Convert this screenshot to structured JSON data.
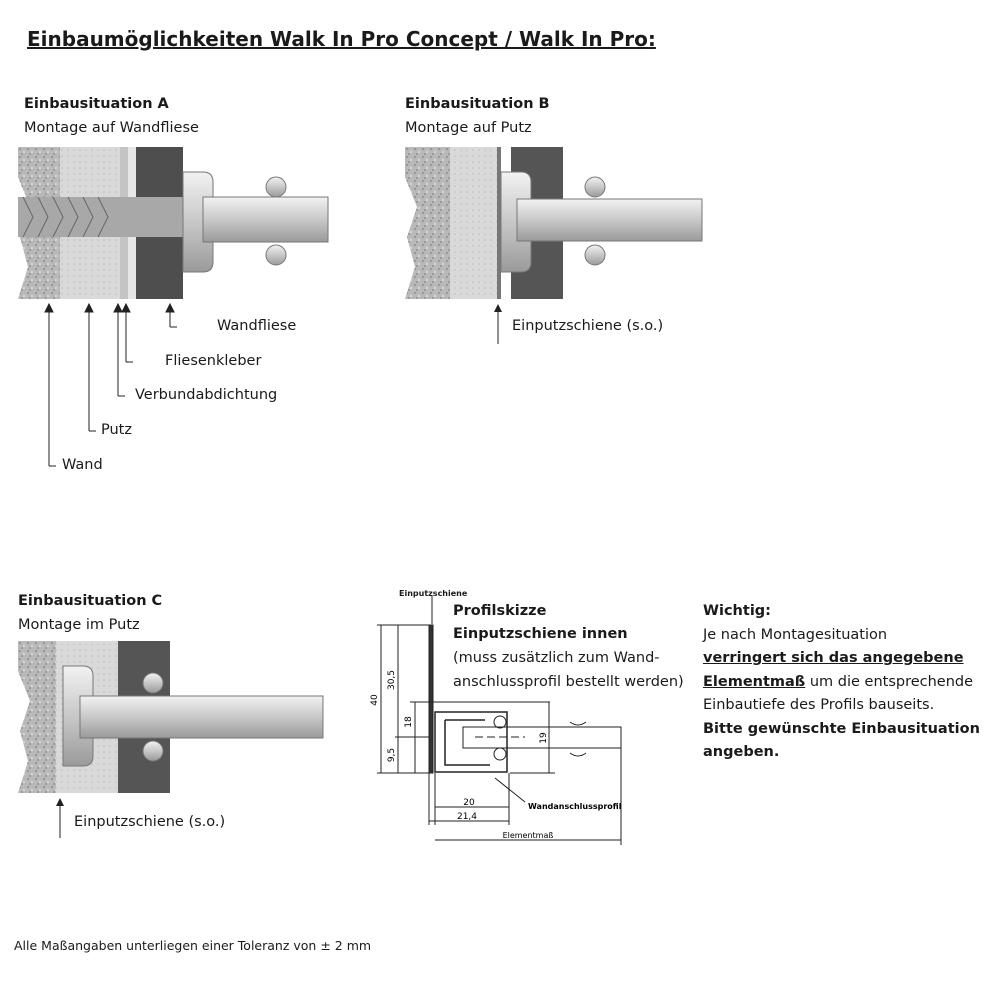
{
  "title": "Einbaumöglichkeiten Walk In Pro Concept / Walk In Pro:",
  "situation_a": {
    "heading": "Einbausituation A",
    "subtitle": "Montage auf Wandfliese",
    "labels": [
      "Wandfliese",
      "Fliesenkleber",
      "Verbundabdichtung",
      "Putz",
      "Wand"
    ]
  },
  "situation_b": {
    "heading": "Einbausituation B",
    "subtitle": "Montage auf Putz",
    "label": "Einputzschiene (s.o.)"
  },
  "situation_c": {
    "heading": "Einbausituation C",
    "subtitle": "Montage im Putz",
    "label": "Einputzschiene (s.o.)"
  },
  "sketch": {
    "top_label": "Einputzschiene",
    "heading1": "Profilskizze",
    "heading2": "Einputzschiene innen",
    "note1": "(muss zusätzlich zum Wand-",
    "note2": "anschlussprofil bestellt werden)",
    "dims": {
      "d40": "40",
      "d305": "30,5",
      "d18": "18",
      "d95": "9,5",
      "d19": "19",
      "d20": "20",
      "d214": "21,4"
    },
    "profile_label": "Wandanschlussprofil",
    "element_label": "Elementmaß"
  },
  "important": {
    "heading": "Wichtig:",
    "line1": "Je nach Montagesituation",
    "line2": "verringert sich das angegebene",
    "line3a": "Elementmaß",
    "line3b": " um die entsprechende",
    "line4": "Einbautiefe des Profils bauseits.",
    "line5": "Bitte gewünschte Einbausituation",
    "line6": "angeben."
  },
  "footer": "Alle Maßangaben unterliegen einer Toleranz von ± 2 mm"
}
